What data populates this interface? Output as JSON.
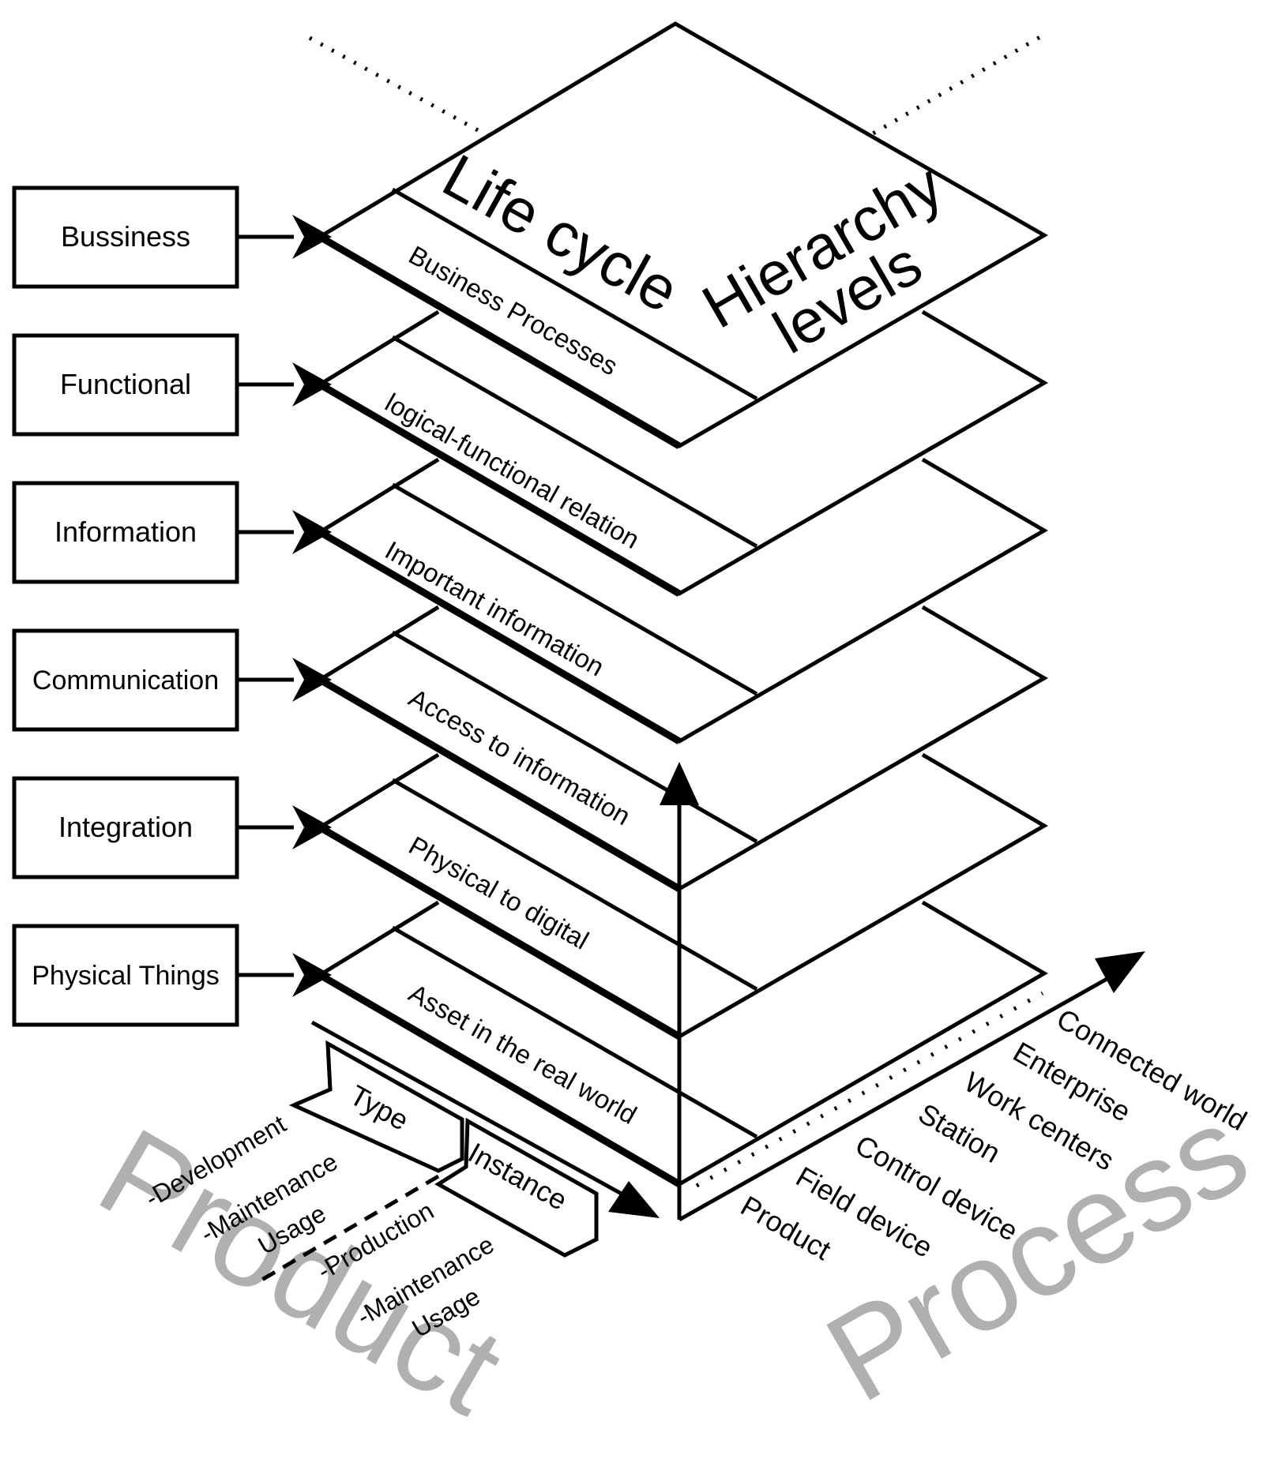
{
  "layers": [
    {
      "side": "Bussiness",
      "label": "Business Processes"
    },
    {
      "side": "Functional",
      "label": "logical-functional relation"
    },
    {
      "side": "Information",
      "label": "Important information"
    },
    {
      "side": "Communication",
      "label": "Access to information"
    },
    {
      "side": "Integration",
      "label": "Physical to digital"
    },
    {
      "side": "Physical Things",
      "label": "Asset in the real world"
    }
  ],
  "top_left_title": "Life cycle",
  "top_right_title_line1": "Hierarchy",
  "top_right_title_line2": "levels",
  "hierarchy_levels": [
    "Product",
    "Field device",
    "Control device",
    "Station",
    "Work centers",
    "Enterprise",
    "Connected world"
  ],
  "type_label": "Type",
  "instance_label": "Instance",
  "type_phases": [
    "-Development",
    "-Maintenance",
    "Usage"
  ],
  "instance_phases": [
    "-Production",
    "-Maintenance",
    "Usage"
  ],
  "product_watermark": "Product",
  "process_watermark": "Process"
}
